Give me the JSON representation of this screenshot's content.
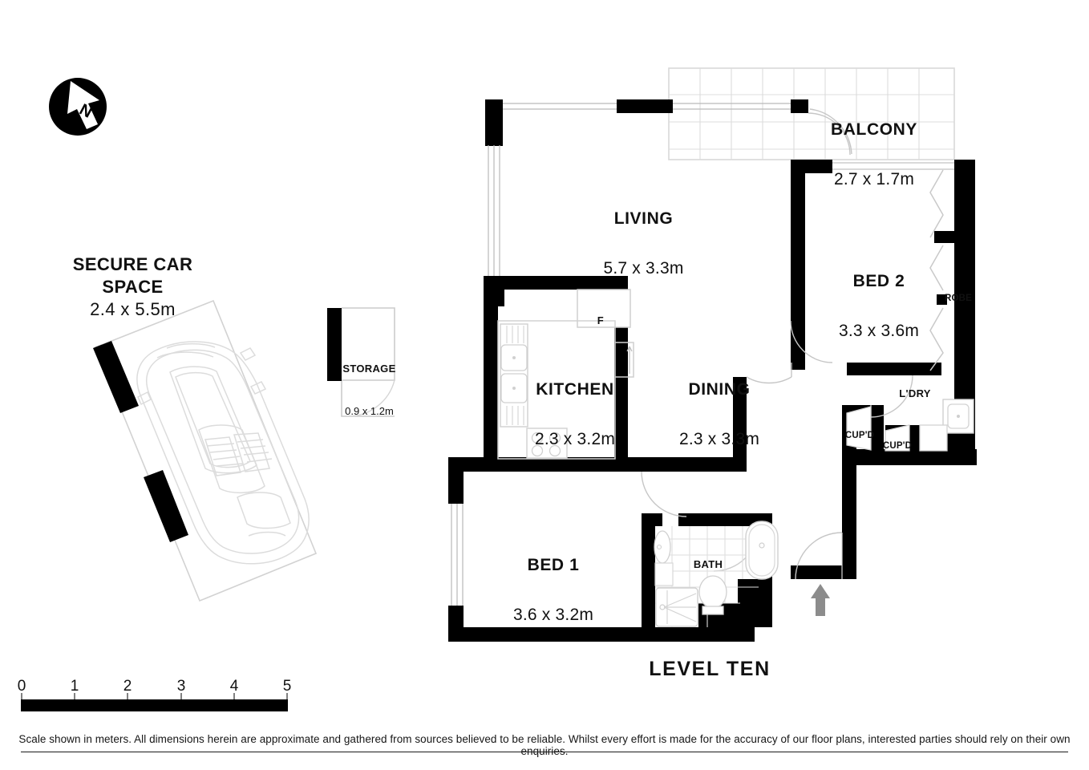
{
  "plan": {
    "level_title": "LEVEL TEN",
    "compass": {
      "icon": "north-arrow-icon",
      "letter": "N"
    },
    "rooms": [
      {
        "key": "living",
        "name": "LIVING",
        "dims": "5.7 x 3.3m"
      },
      {
        "key": "balcony",
        "name": "BALCONY",
        "dims": "2.7 x 1.7m"
      },
      {
        "key": "bed2",
        "name": "BED 2",
        "dims": "3.3 x 3.6m"
      },
      {
        "key": "kitchen",
        "name": "KITCHEN",
        "dims": "2.3 x 3.2m"
      },
      {
        "key": "dining",
        "name": "DINING",
        "dims": "2.3 x 3.3m"
      },
      {
        "key": "bed1",
        "name": "BED 1",
        "dims": "3.6 x 3.2m"
      },
      {
        "key": "bath",
        "name": "BATH",
        "dims": ""
      },
      {
        "key": "laundry",
        "name": "L'DRY",
        "dims": ""
      },
      {
        "key": "storage",
        "name": "STORAGE",
        "dims": "0.9 x 1.2m"
      },
      {
        "key": "carspace",
        "name": "SECURE\nCAR SPACE",
        "dims": "2.4 x 5.5m"
      }
    ],
    "fixtures": [
      {
        "key": "fridge",
        "label": "F"
      },
      {
        "key": "robe",
        "label": "ROBE"
      },
      {
        "key": "cupd_1",
        "label": "CUP'D"
      },
      {
        "key": "cupd_2",
        "label": "CUP'D"
      }
    ],
    "entry_arrow": "entry-direction-arrow"
  },
  "scale": {
    "ticks": [
      "0",
      "1",
      "2",
      "3",
      "4",
      "5"
    ],
    "unit_note": "Scale shown in meters."
  },
  "disclaimer": "Scale shown in meters. All dimensions herein are approximate and gathered from sources believed to be  reliable. Whilst every effort is made for the accuracy of our floor plans, interested parties should rely on their own enquiries.",
  "colors": {
    "wall": "#000000",
    "thin_line": "#c9c9c9",
    "tile_line": "#cfcfcf",
    "car_outline": "#d7d7d7",
    "arrow_gray": "#8c8c8c",
    "text": "#111111"
  }
}
